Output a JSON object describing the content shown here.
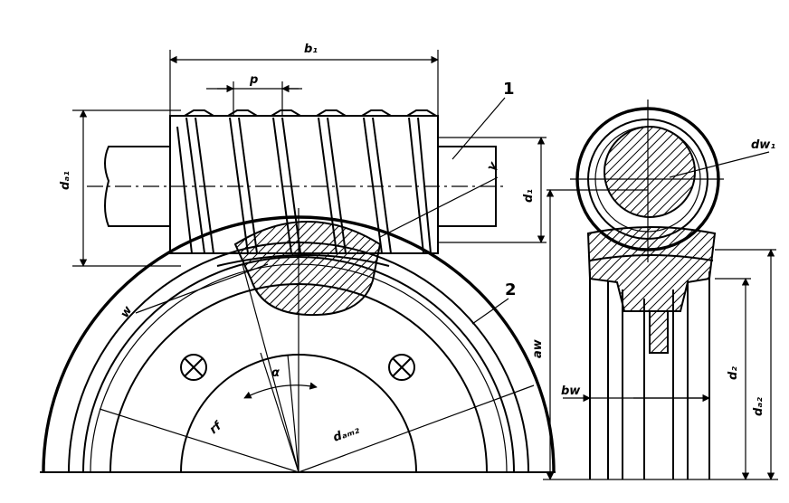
{
  "labels": {
    "b1": "b₁",
    "p": "p",
    "part1": "1",
    "part2": "2",
    "da1": "dₐ₁",
    "d1": "d₁",
    "dw1": "dw₁",
    "gamma": "γ",
    "w": "w",
    "alpha": "α",
    "rf": "rf",
    "dam2": "dₐₘ₂",
    "aw": "aw",
    "bw": "bw",
    "d2": "d₂",
    "da2": "dₐ₂"
  },
  "colors": {
    "ink": "#000000",
    "paper": "#ffffff"
  }
}
